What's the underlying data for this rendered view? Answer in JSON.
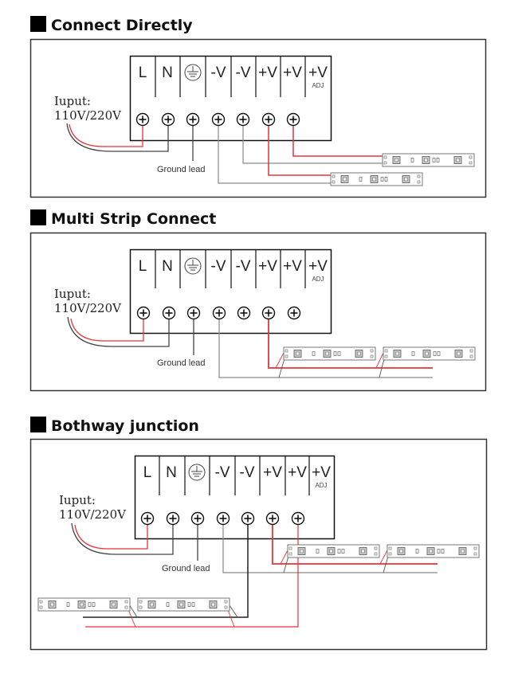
{
  "sections": [
    {
      "title": "Connect Directly",
      "input_label_1": "Iuput:",
      "input_label_2": "110V/220V",
      "ground_label": "Ground lead"
    },
    {
      "title": "Multi Strip Connect",
      "input_label_1": "Iuput:",
      "input_label_2": "110V/220V",
      "ground_label": "Ground lead"
    },
    {
      "title": "Bothway junction",
      "input_label_1": "Iuput:",
      "input_label_2": "110V/220V",
      "ground_label": "Ground lead"
    }
  ],
  "terminals": [
    "L",
    "N",
    "ground-symbol",
    "-V",
    "-V",
    "+V",
    "+V",
    "+V"
  ],
  "adj_label": "ADJ",
  "colors": {
    "positive_wire": "#e8333a",
    "negative_wire": "#8a8a8a",
    "black_wire": "#222222",
    "frame": "#333333"
  }
}
